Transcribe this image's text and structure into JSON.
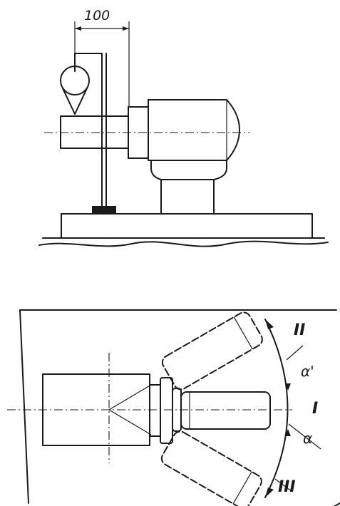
{
  "top_view": {
    "dimension_label": "100"
  },
  "bottom_view": {
    "position_labels": {
      "upper": "II",
      "middle": "I",
      "lower": "III"
    },
    "angle_labels": {
      "upper": "α'",
      "lower": "α"
    }
  }
}
